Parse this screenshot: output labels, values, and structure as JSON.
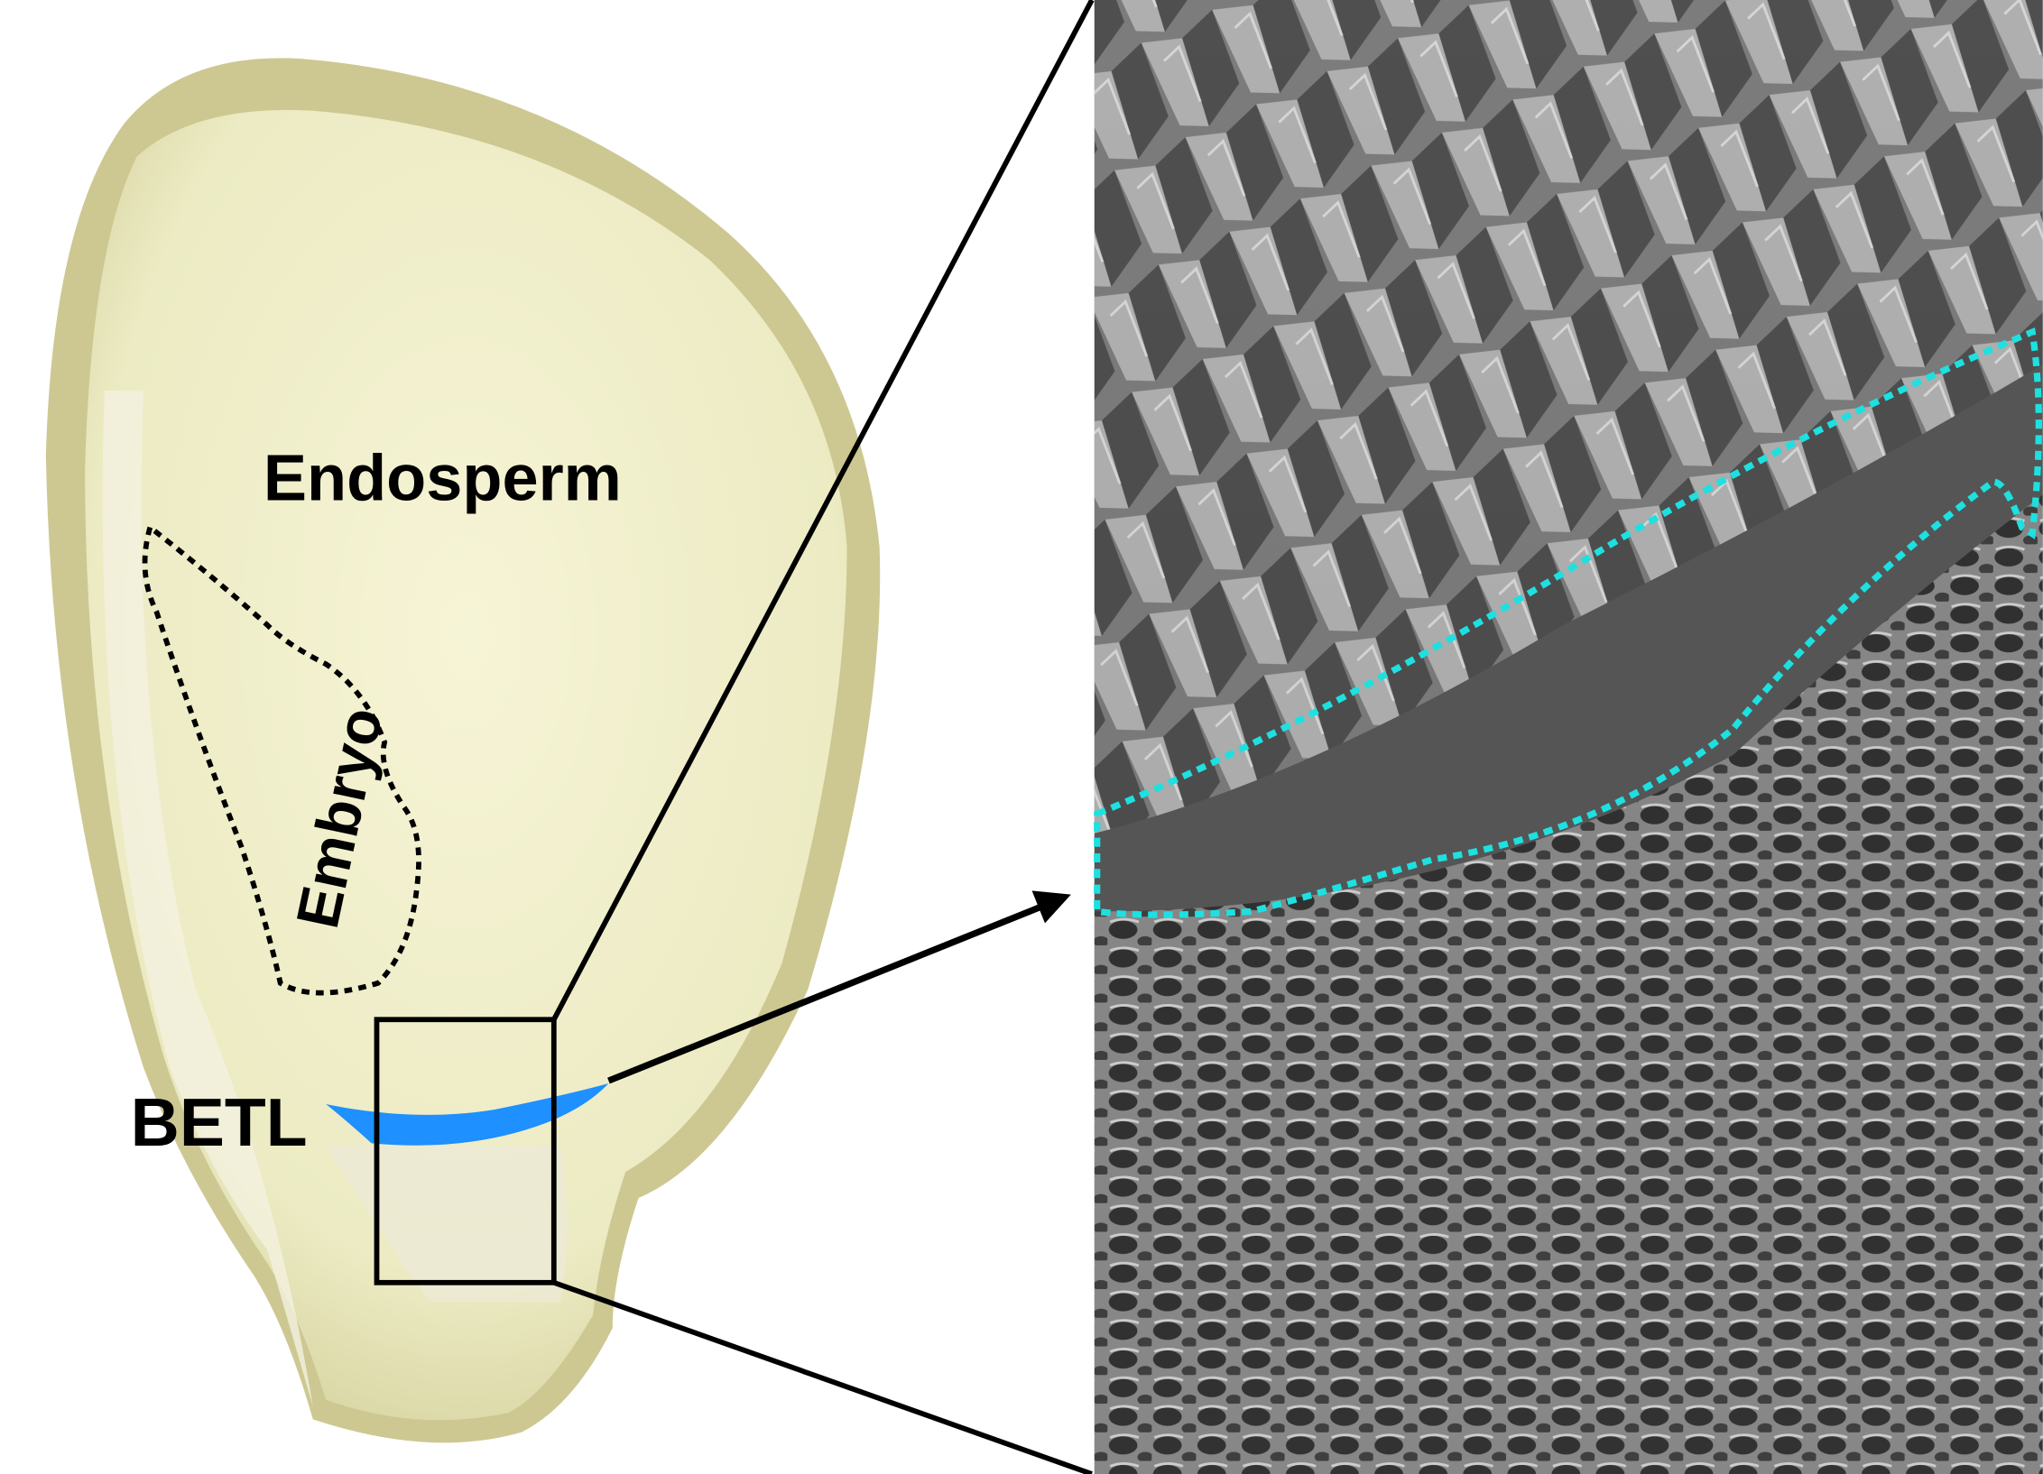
{
  "labels": {
    "endosperm": "Endosperm",
    "embryo": "Embryo",
    "betl": "BETL"
  },
  "colors": {
    "kernel": "#f2f1cf",
    "kernel_edge": "#c9c58e",
    "betl": "#1e90ff",
    "outline_cyan": "#1ee0e0",
    "sem_gray": "#6b6b6b"
  }
}
